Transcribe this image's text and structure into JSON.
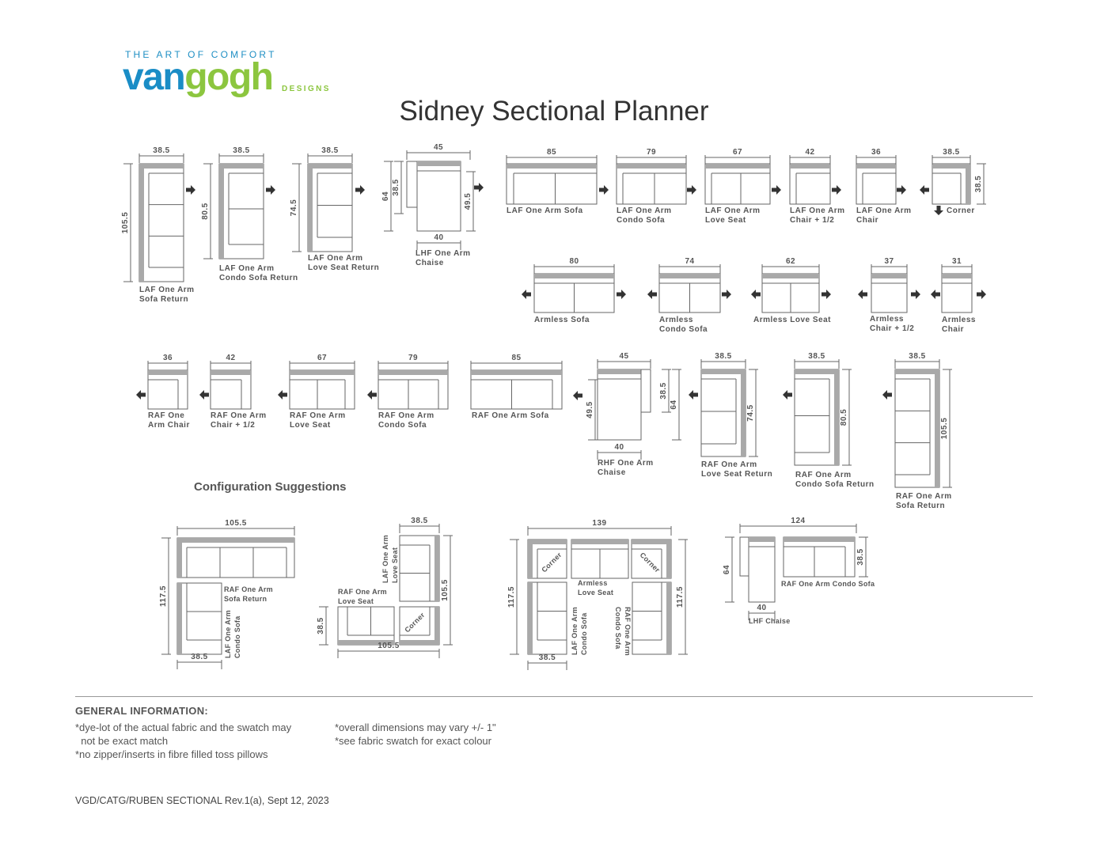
{
  "brand": {
    "tagline": "THE ART OF COMFORT",
    "name_part1": "van",
    "name_part2": "gogh",
    "suffix": "DESIGNS"
  },
  "title": "Sidney Sectional Planner",
  "modules": [
    {
      "caption": [
        "LAF One Arm",
        "Sofa Return"
      ],
      "dims": [
        "38.5",
        "105.5"
      ]
    },
    {
      "caption": [
        "LAF One Arm",
        "Condo Sofa Return"
      ],
      "dims": [
        "38.5",
        "80.5"
      ]
    },
    {
      "caption": [
        "LAF One Arm",
        "Love Seat Return"
      ],
      "dims": [
        "38.5",
        "74.5"
      ]
    },
    {
      "caption": [
        "LHF One Arm",
        "Chaise"
      ],
      "dims": [
        "45",
        "64",
        "38.5",
        "49.5",
        "40"
      ]
    },
    {
      "caption": [
        "LAF One Arm Sofa"
      ],
      "dims": [
        "85"
      ]
    },
    {
      "caption": [
        "LAF One Arm",
        "Condo Sofa"
      ],
      "dims": [
        "79"
      ]
    },
    {
      "caption": [
        "LAF One Arm",
        "Love Seat"
      ],
      "dims": [
        "67"
      ]
    },
    {
      "caption": [
        "LAF One Arm",
        "Chair + 1/2"
      ],
      "dims": [
        "42"
      ]
    },
    {
      "caption": [
        "LAF One Arm",
        "Chair"
      ],
      "dims": [
        "36"
      ]
    },
    {
      "caption": [
        "Corner"
      ],
      "dims": [
        "38.5",
        "38.5"
      ]
    },
    {
      "caption": [
        "Armless Sofa"
      ],
      "dims": [
        "80"
      ]
    },
    {
      "caption": [
        "Armless",
        "Condo Sofa"
      ],
      "dims": [
        "74"
      ]
    },
    {
      "caption": [
        "Armless Love Seat"
      ],
      "dims": [
        "62"
      ]
    },
    {
      "caption": [
        "Armless",
        "Chair + 1/2"
      ],
      "dims": [
        "37"
      ]
    },
    {
      "caption": [
        "Armless",
        "Chair"
      ],
      "dims": [
        "31"
      ]
    },
    {
      "caption": [
        "RAF One",
        "Arm Chair"
      ],
      "dims": [
        "36"
      ]
    },
    {
      "caption": [
        "RAF One Arm",
        "Chair + 1/2"
      ],
      "dims": [
        "42"
      ]
    },
    {
      "caption": [
        "RAF One Arm",
        "Love Seat"
      ],
      "dims": [
        "67"
      ]
    },
    {
      "caption": [
        "RAF One Arm",
        "Condo Sofa"
      ],
      "dims": [
        "79"
      ]
    },
    {
      "caption": [
        "RAF One Arm Sofa"
      ],
      "dims": [
        "85"
      ]
    },
    {
      "caption": [
        "RHF One Arm",
        "Chaise"
      ],
      "dims": [
        "45",
        "49.5",
        "38.5",
        "64",
        "40"
      ]
    },
    {
      "caption": [
        "RAF One Arm",
        "Love Seat Return"
      ],
      "dims": [
        "38.5",
        "74.5"
      ]
    },
    {
      "caption": [
        "RAF One Arm",
        "Condo Sofa Return"
      ],
      "dims": [
        "38.5",
        "80.5"
      ]
    },
    {
      "caption": [
        "RAF One Arm",
        "Sofa Return"
      ],
      "dims": [
        "38.5",
        "105.5"
      ]
    }
  ],
  "config_title": "Configuration Suggestions",
  "configs": [
    {
      "labels": [
        [
          "RAF One Arm",
          "Sofa Return"
        ],
        [
          "LAF One Arm",
          "Condo Sofa"
        ]
      ],
      "dims": [
        "105.5",
        "117.5",
        "38.5"
      ]
    },
    {
      "labels": [
        [
          "RAF One Arm",
          "Love Seat"
        ],
        [
          "LAF One Arm",
          "Love Seat"
        ],
        [
          "Corner"
        ]
      ],
      "dims": [
        "38.5",
        "105.5",
        "38.5",
        "105.5"
      ]
    },
    {
      "labels": [
        [
          "Armless",
          "Love Seat"
        ],
        [
          "LAF One Arm",
          "Condo Sofa"
        ],
        [
          "RAF One Arm",
          "Condo Sofa"
        ],
        [
          "Corner"
        ],
        [
          "Corner"
        ]
      ],
      "dims": [
        "139",
        "117.5",
        "117.5",
        "38.5"
      ]
    },
    {
      "labels": [
        [
          "RAF One Arm Condo Sofa"
        ],
        [
          "LHF Chaise"
        ]
      ],
      "dims": [
        "124",
        "64",
        "38.5",
        "40"
      ]
    }
  ],
  "general": {
    "heading": "GENERAL INFORMATION:",
    "left": [
      "*dye-lot of the actual fabric and the swatch may",
      "  not be exact match",
      "*no zipper/inserts in fibre filled toss pillows"
    ],
    "right": [
      "*overall dimensions may vary +/- 1\"",
      "*see fabric swatch for exact colour"
    ]
  },
  "footer": "VGD/CATG/RUBEN SECTIONAL Rev.1(a), Sept 12, 2023"
}
